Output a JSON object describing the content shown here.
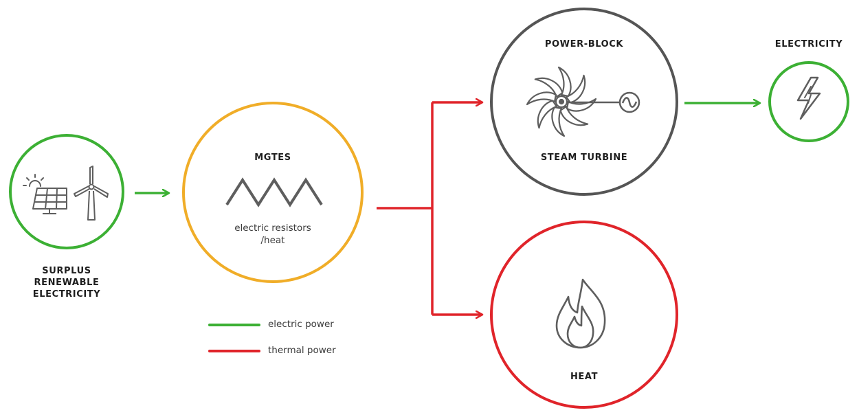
{
  "nodes": {
    "surplus": {
      "label_lines": [
        "SURPLUS",
        "RENEWABLE",
        "ELECTRICITY"
      ]
    },
    "mgtes": {
      "title": "MGTES",
      "subtitle_lines": [
        "electric resistors",
        "/heat"
      ]
    },
    "power_block": {
      "title": "POWER-BLOCK",
      "subtitle": "STEAM TURBINE"
    },
    "electricity": {
      "title": "ELECTRICITY"
    },
    "heat": {
      "title": "HEAT"
    }
  },
  "legend": {
    "electric": {
      "label": "electric power",
      "color": "#3cb034"
    },
    "thermal": {
      "label": "thermal power",
      "color": "#e0242a"
    }
  },
  "colors": {
    "green": "#3cb034",
    "orange": "#f0ad28",
    "red": "#e0242a",
    "gray": "#555555",
    "icon": "#5e5e5e"
  },
  "icons": {
    "surplus": [
      "solar-panel-icon",
      "sun-icon",
      "wind-turbine-icon"
    ],
    "mgtes": "resistor-zigzag-icon",
    "power_block": [
      "turbine-rotor-icon",
      "generator-icon"
    ],
    "electricity": "lightning-bolt-icon",
    "heat": "flame-icon"
  }
}
